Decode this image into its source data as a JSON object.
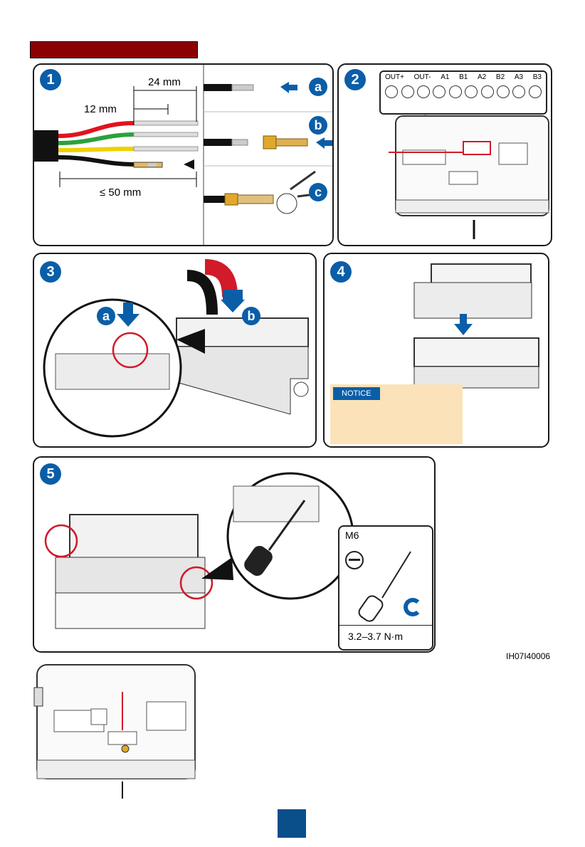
{
  "header": {
    "title_bar_color": "#8b0000"
  },
  "steps": [
    "1",
    "2",
    "3",
    "4",
    "5"
  ],
  "panel1": {
    "dim_24": "24 mm",
    "dim_12": "12 mm",
    "dim_50": "≤ 50 mm",
    "sub_a": "a",
    "sub_b": "b",
    "sub_c": "c"
  },
  "panel2": {
    "terminal_labels": [
      "OUT+",
      "OUT-",
      "A1",
      "B1",
      "A2",
      "B2",
      "A3",
      "B3"
    ]
  },
  "panel3": {
    "sub_a": "a",
    "sub_b": "b"
  },
  "panel4": {
    "notice_label": "NOTICE",
    "notice_bg": "#fbe2b8"
  },
  "panel5": {
    "tool_size": "M6",
    "torque": "3.2–3.7 N·m"
  },
  "figure_id": "IH07I40006",
  "page_marker_color": "#0a4f8a",
  "colors": {
    "accent_blue": "#0a5ea8",
    "highlight_red": "#d11a2a"
  }
}
